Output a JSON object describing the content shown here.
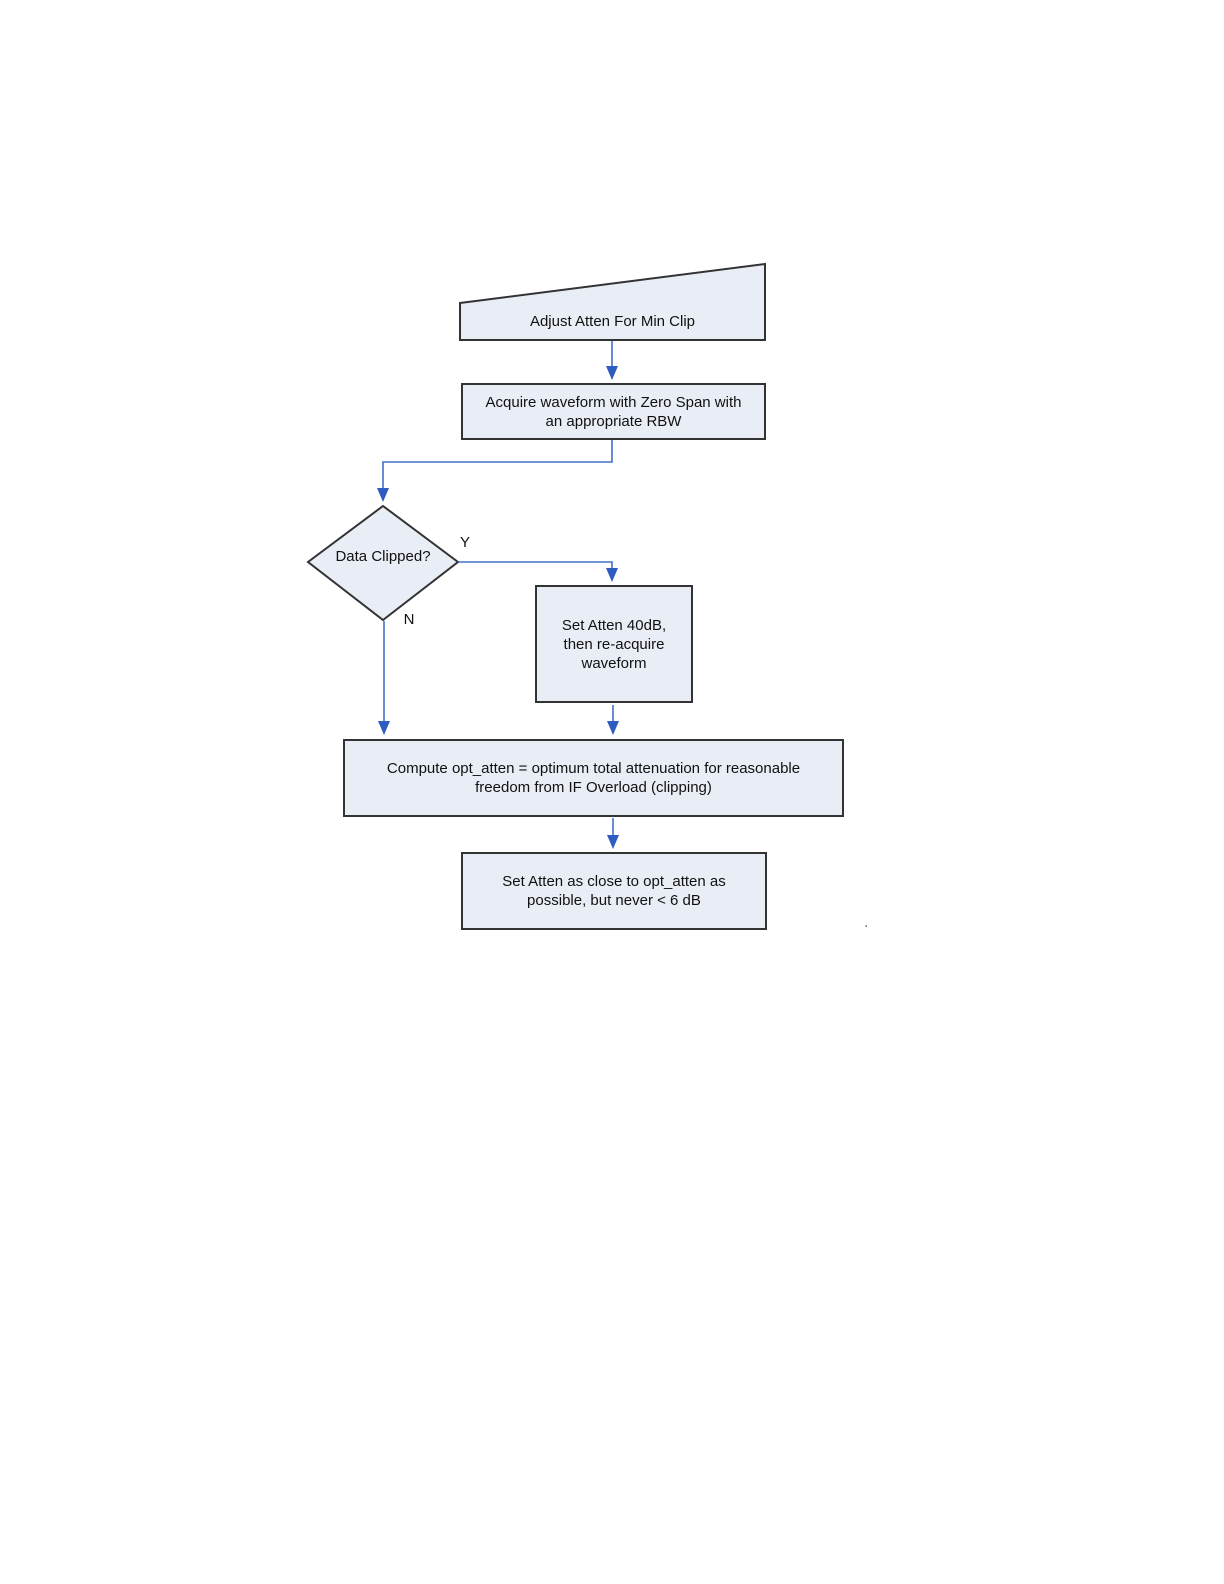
{
  "flowchart": {
    "colors": {
      "node_fill": "#e9edf5",
      "node_border": "#333333",
      "connector_line": "#4470c8",
      "arrowhead": "#2f5cc0",
      "text": "#111111"
    },
    "start": {
      "label": "Adjust Atten For Min Clip"
    },
    "acquire": {
      "label": "Acquire waveform with Zero Span with\nan appropriate RBW"
    },
    "decision": {
      "label": "Data Clipped?",
      "yes_label": "Y",
      "no_label": "N"
    },
    "set_atten_40": {
      "label": "Set Atten 40dB,\nthen re-acquire\nwaveform"
    },
    "compute": {
      "label": "Compute opt_atten = optimum total attenuation for reasonable\nfreedom from IF Overload (clipping)"
    },
    "set_atten_final": {
      "label": "Set Atten as close to opt_atten as\npossible, but never < 6 dB"
    },
    "stray_mark": "."
  }
}
